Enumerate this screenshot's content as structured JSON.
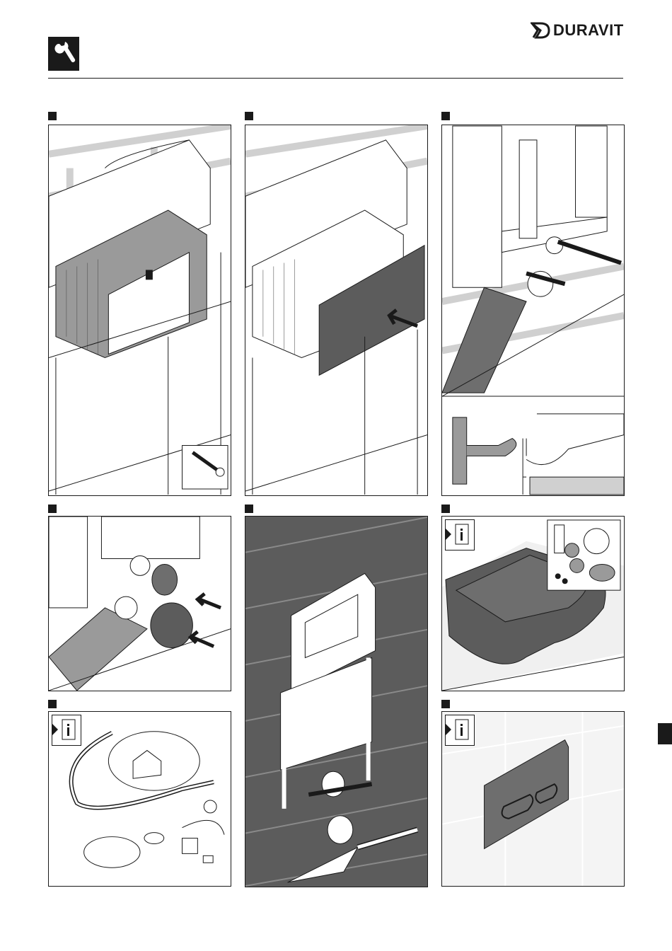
{
  "header": {
    "brand": "DURAVIT",
    "tool_icon": "wrench-icon"
  },
  "panels": [
    {
      "id": 1,
      "content": "mounting-box-screws"
    },
    {
      "id": 2,
      "content": "mounting-box-cover"
    },
    {
      "id": 3,
      "content": "frame-connection-height"
    },
    {
      "id": 4,
      "content": "protective-caps"
    },
    {
      "id": 5,
      "content": "tiling-wall"
    },
    {
      "id": 6,
      "content": "wall-mounted-toilet"
    },
    {
      "id": 7,
      "content": "accessory-kit"
    },
    {
      "id": 8,
      "content": "flush-plate"
    }
  ],
  "icons": [
    "info-book-icon",
    "wrench-icon",
    "screw-icon",
    "arrow-icon",
    "trowel-icon"
  ],
  "colors": {
    "ink": "#1a1a1a",
    "tile_gray": "#9a9a9a",
    "wall_dark": "#5c5c5c",
    "plate_gray": "#6e6e6e"
  }
}
